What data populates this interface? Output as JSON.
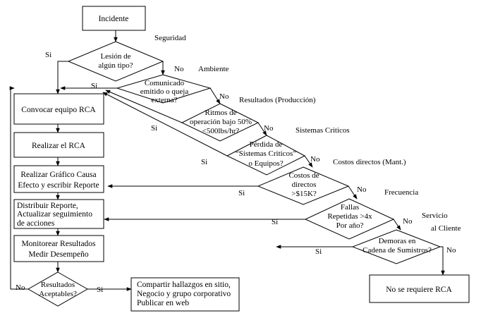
{
  "start": {
    "label": "Incidente"
  },
  "categories": {
    "seguridad": "Seguridad",
    "ambiente": "Ambiente",
    "resultados": "Resultados (Producción)",
    "sistemas": "Sistemas Criticos",
    "costos": "Costos directos (Mant.)",
    "frecuencia": "Frecuencia",
    "servicio_1": "Servicio",
    "servicio_2": "al Cliente"
  },
  "decisions": {
    "d1": [
      "Lesión de",
      "algún tipo?"
    ],
    "d2": [
      "Comunicado",
      "emitido o queja",
      "externa?"
    ],
    "d3": [
      "Ritmos de",
      "operación bajo 50%",
      "<500lbs/hr?"
    ],
    "d4": [
      "Pérdida de",
      "“Sistemas Criticos”",
      "o Equipos?"
    ],
    "d5": [
      "Costos de",
      "directos",
      ">$15K?"
    ],
    "d6": [
      "Fallas",
      "Repetidas >4x",
      "Por año?"
    ],
    "d7": [
      "Demoras en",
      "Cadena de Sumistros?"
    ],
    "result": [
      "Resultados",
      "Aceptables?"
    ]
  },
  "yes_label": "Si",
  "no_label": "No",
  "process": {
    "p1": [
      "Convocar equipo RCA"
    ],
    "p2": [
      "Realizar el RCA"
    ],
    "p3": [
      "Realizar Gráfico Causa",
      "Efecto y escribir Reporte"
    ],
    "p4": [
      "Distribuir Reporte,",
      "Actualizar seguimiento",
      "de acciones"
    ],
    "p5": [
      "Monitorear Resultados",
      "Medir Desempeño"
    ]
  },
  "share": [
    "Compartir hallazgos en sitio,",
    "Negocio y grupo corporativo",
    "Publicar en web"
  ],
  "no_rca": [
    "No se requiere RCA"
  ]
}
